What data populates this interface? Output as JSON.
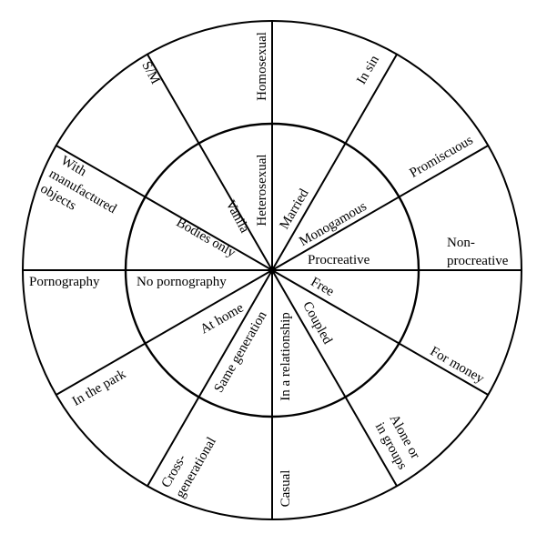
{
  "title": "Charmed circle diagram",
  "colors": {
    "line": "#000000",
    "background": "#ffffff"
  },
  "sectors": [
    {
      "inner": "Heterosexual",
      "outer": "Homosexual"
    },
    {
      "inner": "Vanila",
      "outer": "S/M"
    },
    {
      "inner": "Bodies only",
      "outer_lines": [
        "With",
        "manufactured",
        "objects"
      ]
    },
    {
      "inner": "No pornography",
      "outer": "Pornography"
    },
    {
      "inner": "At home",
      "outer": "In the park"
    },
    {
      "inner": "Same generation",
      "outer_lines": [
        "Cross-",
        "generational"
      ]
    },
    {
      "inner": "In a relationship",
      "outer": "Casual"
    },
    {
      "inner": "Coupled",
      "outer_lines": [
        "Alone or",
        "in groups"
      ]
    },
    {
      "inner": "Free",
      "outer": "For money"
    },
    {
      "inner": "Procreative",
      "outer_lines": [
        "Non-",
        "procreative"
      ]
    },
    {
      "inner": "Monogamous",
      "outer": "Promiscuous"
    },
    {
      "inner": "Married",
      "outer": "In sin"
    }
  ]
}
